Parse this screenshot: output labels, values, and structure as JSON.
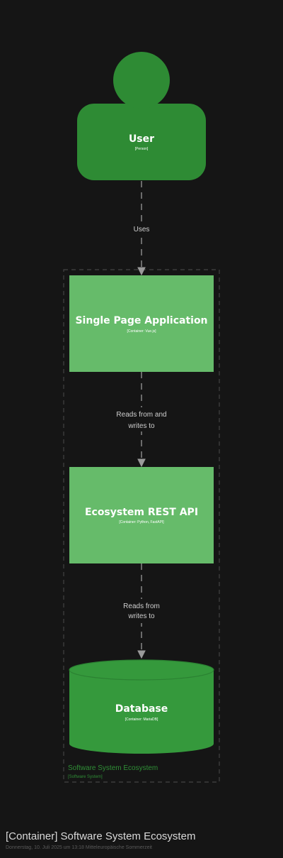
{
  "diagram": {
    "title": "[Container] Software System Ecosystem",
    "generated": "Donnerstag, 10. Juli 2025 um 13:18 Mitteleuropäische Sommerzeit",
    "colors": {
      "background": "#151515",
      "person": "#2e8b34",
      "container": "#66bb6a",
      "database": "#35993c",
      "boundary": "#444444",
      "arrow": "#9a9a9a"
    },
    "person": {
      "name": "User",
      "type": "[Person]"
    },
    "boundary": {
      "name": "Software System Ecosystem",
      "type": "[Software System]"
    },
    "containers": [
      {
        "name": "Single Page Application",
        "type": "[Container: Vue.js]"
      },
      {
        "name": "Ecosystem REST API",
        "type": "[Container: Python, FastAPI]"
      }
    ],
    "database": {
      "name": "Database",
      "type": "[Container: MariaDB]"
    },
    "relationships": [
      {
        "label_lines": [
          "Uses"
        ]
      },
      {
        "label_lines": [
          "Reads from and",
          "writes to"
        ]
      },
      {
        "label_lines": [
          "Reads from",
          "writes to"
        ]
      }
    ]
  }
}
